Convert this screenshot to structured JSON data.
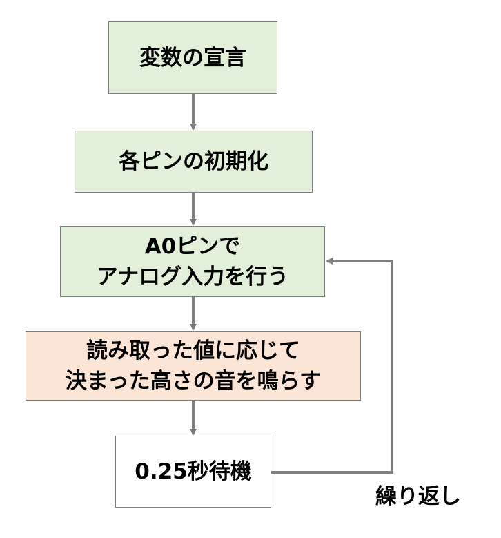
{
  "steps": [
    {
      "id": "declare",
      "lines": [
        "変数の宣言"
      ],
      "fill": "#e2efda"
    },
    {
      "id": "init",
      "lines": [
        "各ピンの初期化"
      ],
      "fill": "#e2efda"
    },
    {
      "id": "analog",
      "lines": [
        "A0ピンで",
        "アナログ入力を行う"
      ],
      "fill": "#e2efda"
    },
    {
      "id": "play",
      "lines": [
        "読み取った値に応じて",
        "決まった高さの音を鳴らす"
      ],
      "fill": "#fbe5d6"
    },
    {
      "id": "wait",
      "lines": [
        "0.25秒待機"
      ],
      "fill": "#ffffff"
    }
  ],
  "loop": {
    "label": "繰り返し",
    "from": "wait",
    "to": "analog"
  },
  "colors": {
    "arrow": "#7f7f7f",
    "border": "#7f7f7f",
    "text": "#000000"
  }
}
